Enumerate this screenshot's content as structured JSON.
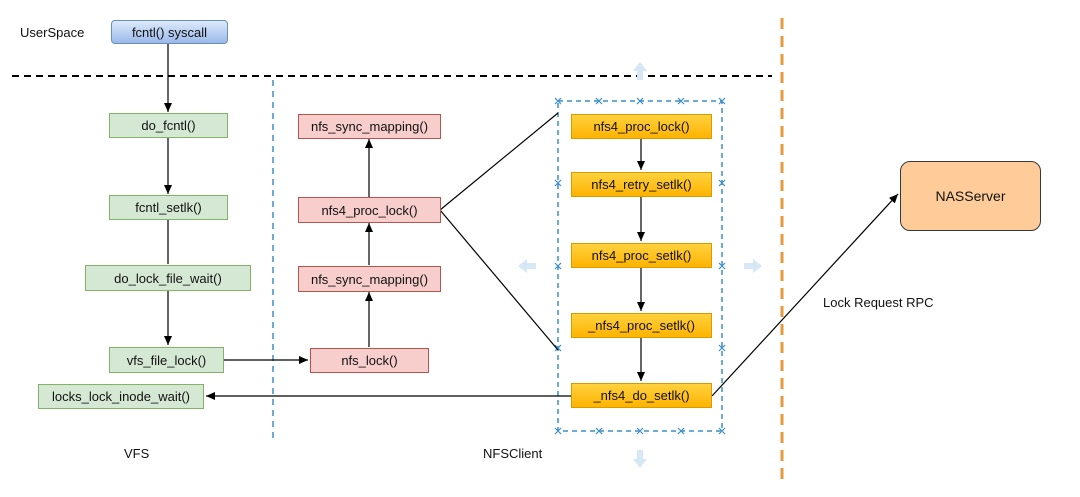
{
  "labels": {
    "userspace": "UserSpace",
    "vfs": "VFS",
    "nfsclient": "NFSClient",
    "rpc": "Lock Request RPC"
  },
  "userspace": {
    "syscall": "fcntl() syscall"
  },
  "vfs": {
    "do_fcntl": "do_fcntl()",
    "fcntl_setlk": "fcntl_setlk()",
    "do_lock_file_wait": "do_lock_file_wait()",
    "vfs_file_lock": "vfs_file_lock()",
    "locks_lock_inode_wait": "locks_lock_inode_wait()"
  },
  "nfs": {
    "sync_mapping_top": "nfs_sync_mapping()",
    "proc_lock": "nfs4_proc_lock()",
    "sync_mapping_bottom": "nfs_sync_mapping()",
    "nfs_lock": "nfs_lock()"
  },
  "nfs4": {
    "proc_lock": "nfs4_proc_lock()",
    "retry_setlk": "nfs4_retry_setlk()",
    "proc_setlk": "nfs4_proc_setlk()",
    "proc_setlk_internal": "_nfs4_proc_setlk()",
    "do_setlk": "_nfs4_do_setlk()"
  },
  "server": {
    "name": "NASServer"
  },
  "colors": {
    "green_fill": "#d5e8d4",
    "red_fill": "#f8cecc",
    "orange_fill": "#ffcd28",
    "blue_fill": "#dae8fc",
    "server_fill": "#ffcc99",
    "divider_blue": "#3a8fc9",
    "divider_orange": "#e69a3c"
  }
}
